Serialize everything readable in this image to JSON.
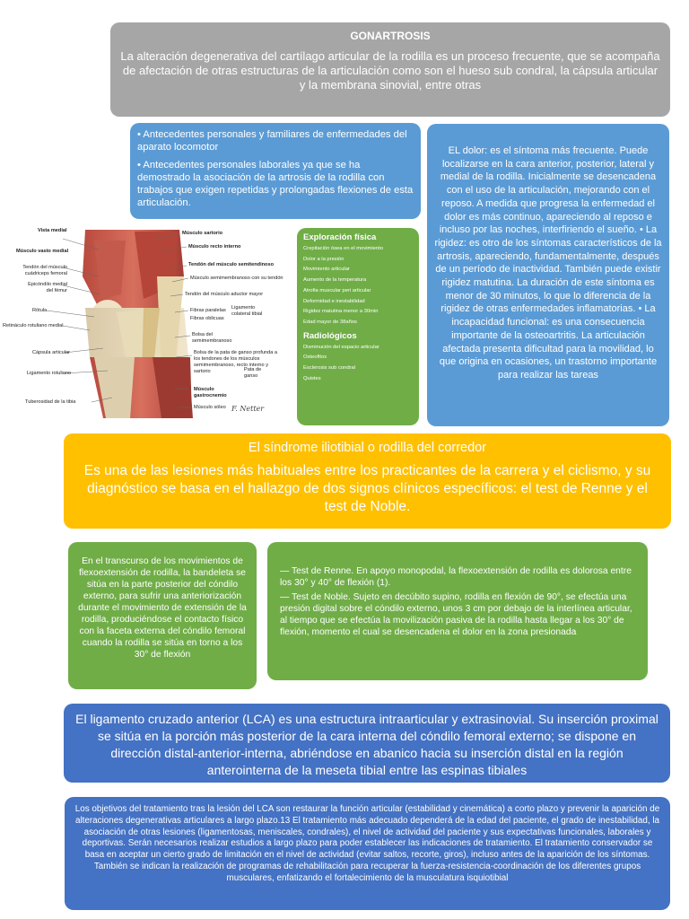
{
  "header": {
    "title": "GONARTROSIS",
    "text": "La alteración degenerativa del cartílago articular de la rodilla es un proceso frecuente, que se acompaña de afectación de otras estructuras de la articulación como son el hueso sub condral, la cápsula articular y la membrana sinovial, entre otras"
  },
  "antecedentes": [
    "• Antecedentes personales y familiares de enfermedades del aparato locomotor",
    "• Antecedentes personales laborales ya que se ha demostrado la asociación de la artrosis de la rodilla con trabajos que exigen repetidas y prolongadas flexiones de esta articulación."
  ],
  "dolor": "EL dolor: es el síntoma más frecuente. Puede localizarse en la cara anterior, posterior, lateral y medial de la rodilla. Inicialmente se desencadena con el uso de la articulación, mejorando con el reposo. A medida que progresa la enfermedad el dolor es más continuo, apareciendo al reposo e incluso por las noches, interfiriendo el sueño. • La rigidez: es otro de los síntomas característicos de la artrosis, apareciendo, fundamentalmente, después de un período de inactividad. También puede existir rigidez matutina. La duración de este síntoma es menor de 30 minutos, lo que lo diferencia de la rigidez de otras enfermedades inflamatorias. • La incapacidad funcional: es una consecuencia importante de la osteoartritis. La articulación afectada presenta dificultad para la movilidad, lo que origina en ocasiones, un trastorno importante para realizar las tareas",
  "anatomy": {
    "left_labels": [
      "Vista medial",
      "Músculo vasto medial",
      "Tendón del músculo cuádriceps femoral",
      "Epicóndilo medial del fémur",
      "Rótula",
      "Retináculo rotuliano medial",
      "Cápsula articular",
      "Ligamento rotuliano",
      "Tuberosidad de la tibia"
    ],
    "right_labels": [
      "Músculo sartorio",
      "Músculo recto interno",
      "Tendón del músculo semitendinoso",
      "Músculo semimembranoso con su tendón",
      "Tendón del músculo aductor mayor",
      "Fibras paralelas",
      "Fibras oblicuas",
      "Ligamento colateral tibial",
      "Bolsa del semimembranoso",
      "Bolsa de la pata de ganso profunda a los tendones de los músculos semimembranoso, recto interno y sartorio",
      "Pata de ganso",
      "Músculo gastrocnemio",
      "Músculo sóleo"
    ],
    "signature": "F. Netter"
  },
  "exploracion": {
    "title": "Exploración física",
    "items": [
      "Crepitación ósea en el movimiento",
      "Dolor a la presión",
      "Movimiento articular",
      "Aumento de la temperatura",
      "Atrofia muscular peri articular",
      "Deformidad e inestabilidad",
      "Rigidez matutina menor a 30min",
      "Edad mayor de 38años"
    ],
    "radio_title": "Radiológicos",
    "radio_items": [
      "Disminución del espacio articular",
      "Osteofitos",
      "Esclerosis sub condral",
      "Quistes"
    ]
  },
  "sindrome": {
    "title": "El síndrome iliotibial o rodilla del corredor",
    "text": "Es una de las lesiones más habituales entre los practicantes de la carrera y el ciclismo, y su diagnóstico se basa en el hallazgo de dos signos clínicos específicos: el test de Renne y el test de Noble."
  },
  "transcurso": "En el transcurso de los movimientos de flexoextensión de rodilla, la bandeleta se sitúa en la parte posterior del cóndilo externo, para sufrir una anteriorización durante el movimiento de extensión de la rodilla, produciéndose el contacto físico con la faceta externa del cóndilo femoral cuando la rodilla se sitúa en torno a los 30° de flexión",
  "tests": [
    "— Test de Renne. En apoyo monopodal, la flexoextensión de rodilla es dolorosa entre los 30° y 40° de flexión (1).",
    "— Test de Noble. Sujeto en decúbito supino, rodilla en flexión de 90°, se efectúa una presión digital sobre el cóndilo externo, unos 3 cm por debajo de la interlínea articular, al tiempo que se efectúa la movilización pasiva de la rodilla hasta llegar a los 30° de flexión, momento el cual se desencadena el dolor en la zona presionada"
  ],
  "lca": "El ligamento cruzado anterior (LCA) es una estructura intraarticular y extrasinovial. Su inserción proximal se sitúa en la porción más posterior de la cara interna del cóndilo femoral externo; se dispone en dirección distal-anterior-interna, abriéndose en abanico hacia su inserción distal en la región anterointerna de la meseta tibial entre las espinas tibiales",
  "tratamiento": "Los objetivos del tratamiento tras la lesión del LCA son restaurar la función articular (estabilidad y cinemática) a corto plazo y prevenir la aparición de alteraciones degenerativas articulares a largo plazo.13 El tratamiento más adecuado dependerá de la edad del paciente, el grado de inestabilidad, la asociación de otras lesiones (ligamentosas, meniscales, condrales), el nivel de actividad del paciente y sus expectativas funcionales, laborales y deportivas. Serán necesarios realizar estudios a largo plazo para poder establecer las indicaciones de tratamiento. El tratamiento conservador se basa en aceptar un cierto grado de limitación en el nivel de actividad (evitar saltos, recorte, giros), incluso antes de la aparición de los síntomas. También se indican la realización de programas de rehabilitación para recuperar la fuerza-resistencia-coordinación de los diferentes grupos musculares, enfatizando el fortalecimiento de la musculatura isquiotibial"
}
